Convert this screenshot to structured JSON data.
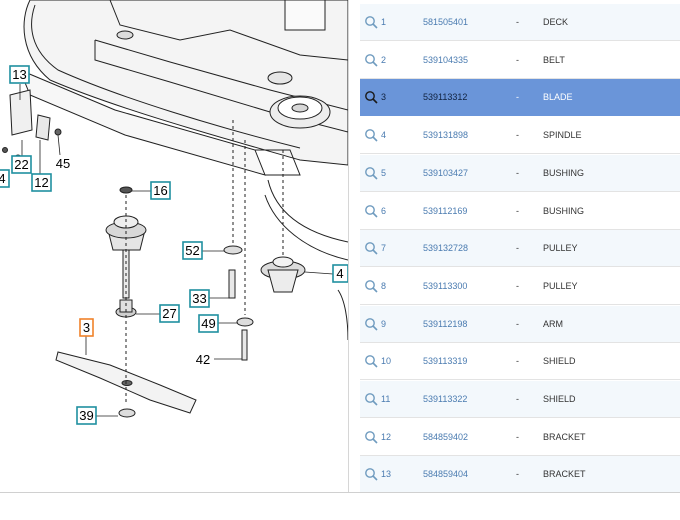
{
  "callouts": [
    {
      "label": "13",
      "color": "#1f8fa0"
    },
    {
      "label": "22",
      "color": "#1f8fa0"
    },
    {
      "label": "4",
      "color": "#1f8fa0"
    },
    {
      "label": "12",
      "color": "#1f8fa0"
    },
    {
      "label": "45",
      "color": "#000000"
    },
    {
      "label": "16",
      "color": "#1f8fa0"
    },
    {
      "label": "52",
      "color": "#1f8fa0"
    },
    {
      "label": "4",
      "color": "#1f8fa0"
    },
    {
      "label": "33",
      "color": "#1f8fa0"
    },
    {
      "label": "27",
      "color": "#1f8fa0"
    },
    {
      "label": "49",
      "color": "#1f8fa0"
    },
    {
      "label": "42",
      "color": "#000000"
    },
    {
      "label": "3",
      "color": "#f0822a"
    },
    {
      "label": "39",
      "color": "#1f8fa0"
    }
  ],
  "parts": {
    "rows": [
      {
        "no": "1",
        "part": "581505401",
        "dash": "-",
        "name": "DECK"
      },
      {
        "no": "2",
        "part": "539104335",
        "dash": "-",
        "name": "BELT"
      },
      {
        "no": "3",
        "part": "539113312",
        "dash": "-",
        "name": "BLADE"
      },
      {
        "no": "4",
        "part": "539131898",
        "dash": "-",
        "name": "SPINDLE"
      },
      {
        "no": "5",
        "part": "539103427",
        "dash": "-",
        "name": "BUSHING"
      },
      {
        "no": "6",
        "part": "539112169",
        "dash": "-",
        "name": "BUSHING"
      },
      {
        "no": "7",
        "part": "539132728",
        "dash": "-",
        "name": "PULLEY"
      },
      {
        "no": "8",
        "part": "539113300",
        "dash": "-",
        "name": "PULLEY"
      },
      {
        "no": "9",
        "part": "539112198",
        "dash": "-",
        "name": "ARM"
      },
      {
        "no": "10",
        "part": "539113319",
        "dash": "-",
        "name": "SHIELD"
      },
      {
        "no": "11",
        "part": "539113322",
        "dash": "-",
        "name": "SHIELD"
      },
      {
        "no": "12",
        "part": "584859402",
        "dash": "-",
        "name": "BRACKET"
      },
      {
        "no": "13",
        "part": "584859404",
        "dash": "-",
        "name": "BRACKET"
      }
    ],
    "selected_index": 2
  },
  "colors": {
    "accent": "#6a95d9",
    "callout_teal": "#1f8fa0",
    "callout_orange": "#f0822a",
    "row_alt": "#f3f8fc"
  },
  "icons": {
    "row_icon": "magnifier-icon"
  }
}
